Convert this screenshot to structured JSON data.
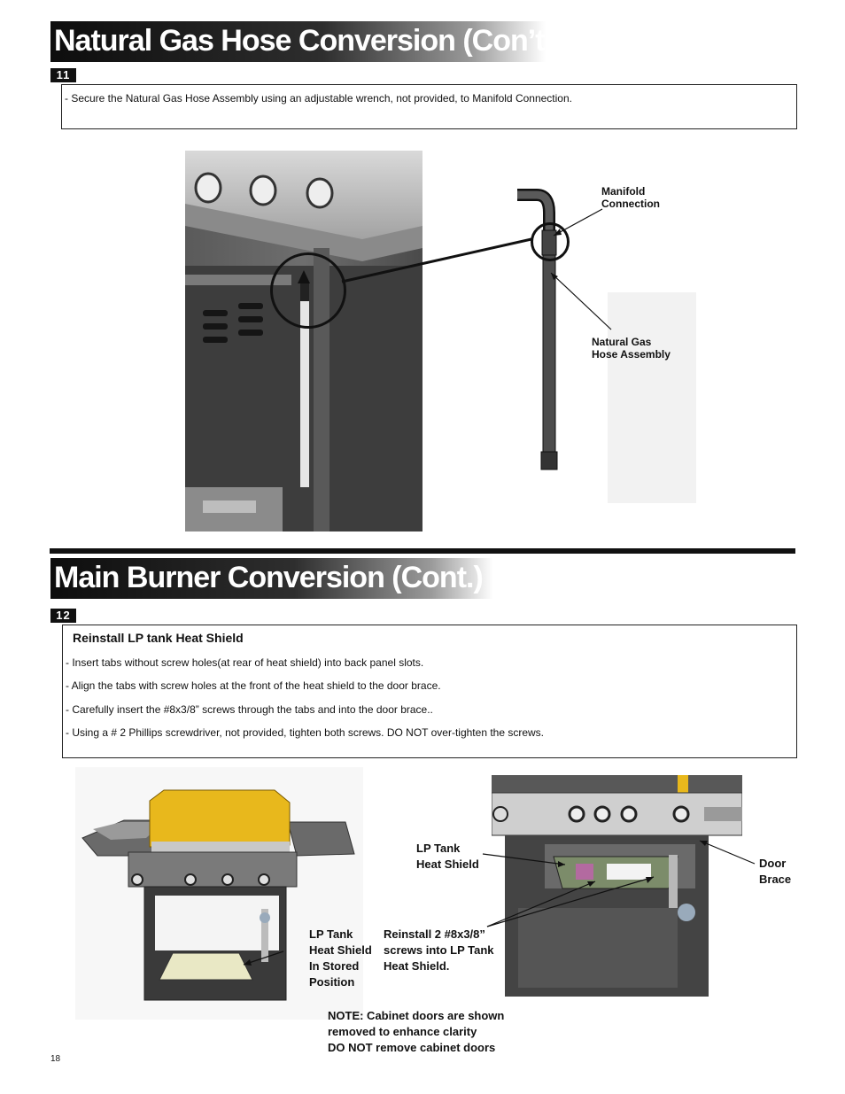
{
  "section1": {
    "title": "Natural Gas Hose Conversion (Con’t.)",
    "step": {
      "number": "11",
      "instruction": "- Secure the Natural Gas Hose Assembly using an adjustable  wrench, not provided, to Manifold Connection."
    },
    "labels": {
      "manifold": "Manifold\nConnection",
      "hose": "Natural Gas\nHose Assembly"
    }
  },
  "section2": {
    "title": "Main Burner Conversion (Cont.)",
    "step": {
      "number": "12",
      "heading": "Reinstall LP tank Heat Shield",
      "bullets": [
        "- Insert tabs without screw holes(at rear of heat shield) into back panel slots.",
        "- Align the tabs with screw holes at the front of the heat shield to the door brace.",
        "- Carefully insert the #8x3/8” screws through the tabs and into the door brace..",
        "-  Using a # 2 Phillips screwdriver, not provided, tighten both screws.  DO NOT over-tighten the screws."
      ]
    },
    "labels": {
      "stored": "LP Tank\nHeat Shield\nIn Stored\nPosition",
      "shield": "LP Tank\nHeat Shield",
      "screws": "Reinstall 2 #8x3/8”\nscrews into LP Tank\nHeat Shield.",
      "door_brace": "Door\nBrace"
    },
    "note": "NOTE: Cabinet doors are shown\nremoved  to enhance clarity\nDO NOT remove cabinet doors"
  },
  "page_number": "18",
  "colors": {
    "title_gradient_start": "#0d0d0d",
    "title_gradient_end": "#ffffff",
    "lid_yellow": "#e8b81c",
    "grill_dark": "#3a3a3a"
  }
}
